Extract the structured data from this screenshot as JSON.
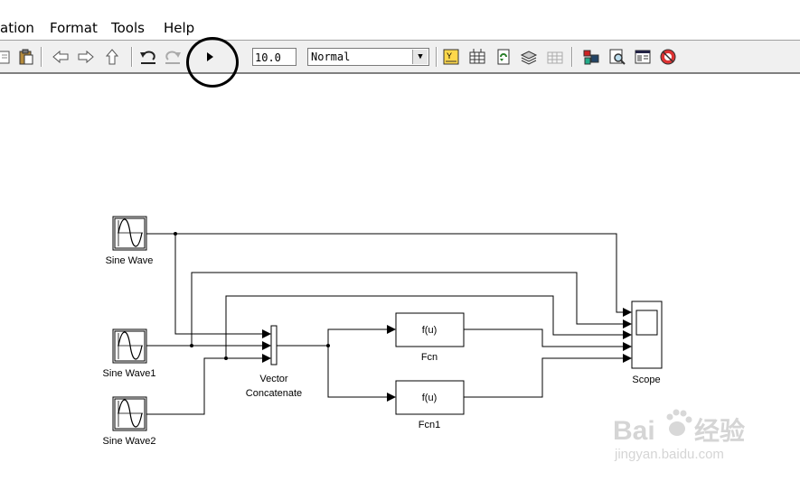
{
  "menubar": {
    "items": [
      {
        "label": "ation"
      },
      {
        "label": "Format"
      },
      {
        "label": "Tools"
      },
      {
        "label": "Help"
      }
    ]
  },
  "toolbar": {
    "stop_time": "10.0",
    "sim_mode": "Normal",
    "icons": [
      "new-icon",
      "paste-icon",
      "back-icon",
      "forward-icon",
      "up-icon",
      "undo-icon",
      "redo-icon",
      "start-simulation-icon",
      "build-icon",
      "incremental-build-icon",
      "refresh-icon",
      "update-icon",
      "data-icon",
      "library-browser-icon",
      "model-explorer-icon",
      "debugger-icon",
      "accelerator-icon"
    ]
  },
  "model": {
    "blocks": {
      "sine1": "Sine Wave",
      "sine2": "Sine Wave1",
      "sine3": "Sine Wave2",
      "concat_line1": "Vector",
      "concat_line2": "Concatenate",
      "fcn_expr": "f(u)",
      "fcn_name": "Fcn",
      "fcn1_expr": "f(u)",
      "fcn1_name": "Fcn1",
      "scope": "Scope"
    }
  },
  "watermark": {
    "brand": "Bai",
    "brand2": "经验",
    "url": "jingyan.baidu.com"
  }
}
